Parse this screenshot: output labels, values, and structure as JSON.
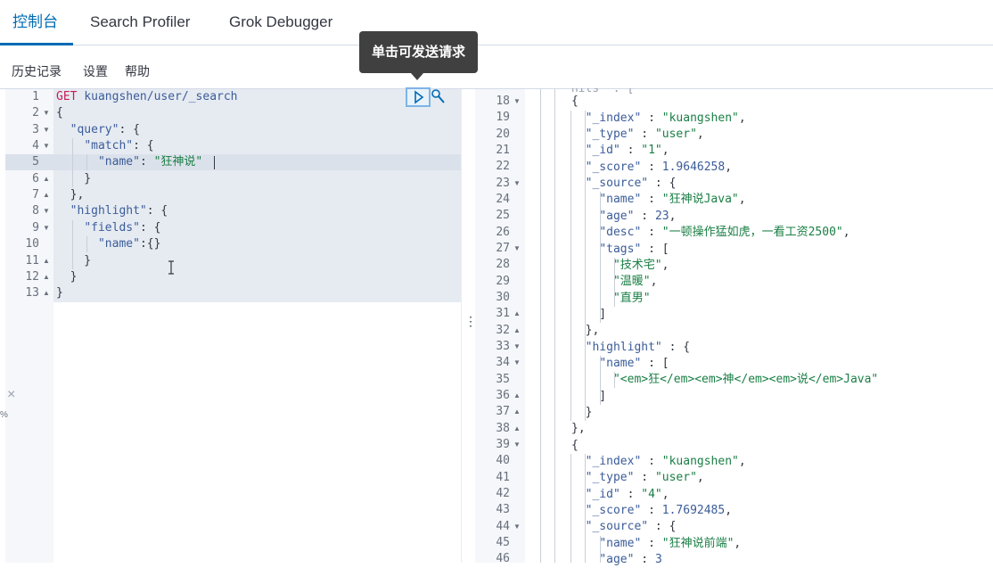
{
  "tabs": [
    {
      "label": "控制台",
      "active": true
    },
    {
      "label": "Search Profiler",
      "active": false
    },
    {
      "label": "Grok Debugger",
      "active": false
    }
  ],
  "menu": {
    "history": "历史记录",
    "settings": "设置",
    "help": "帮助"
  },
  "tooltip": "单击可发送请求",
  "request": {
    "lines": [
      {
        "n": "1",
        "fold": ""
      },
      {
        "n": "2",
        "fold": "▼"
      },
      {
        "n": "3",
        "fold": "▼"
      },
      {
        "n": "4",
        "fold": "▼"
      },
      {
        "n": "5",
        "fold": ""
      },
      {
        "n": "6",
        "fold": "▲"
      },
      {
        "n": "7",
        "fold": "▲"
      },
      {
        "n": "8",
        "fold": "▼"
      },
      {
        "n": "9",
        "fold": "▼"
      },
      {
        "n": "10",
        "fold": ""
      },
      {
        "n": "11",
        "fold": "▲"
      },
      {
        "n": "12",
        "fold": "▲"
      },
      {
        "n": "13",
        "fold": "▲"
      }
    ],
    "method": "GET",
    "path": "kuangshen/user/_search",
    "query_key": "\"query\"",
    "match_key": "\"match\"",
    "name_key": "\"name\"",
    "name_value": "\"狂神说\"",
    "highlight_key": "\"highlight\"",
    "fields_key": "\"fields\"",
    "name_key2": "\"name\"",
    "empty_obj": "{}"
  },
  "response": {
    "line_numbers": [
      "18",
      "19",
      "20",
      "21",
      "22",
      "23",
      "24",
      "25",
      "26",
      "27",
      "28",
      "29",
      "30",
      "31",
      "32",
      "33",
      "34",
      "35",
      "36",
      "37",
      "38",
      "39",
      "40",
      "41",
      "42",
      "43",
      "44",
      "45",
      "46"
    ],
    "folds": [
      "▼",
      "",
      "",
      "",
      "",
      "▼",
      "",
      "",
      "",
      "▼",
      "",
      "",
      "",
      "▲",
      "▲",
      "▼",
      "▼",
      "",
      "▲",
      "▲",
      "▲",
      "▼",
      "",
      "",
      "",
      "",
      "▼",
      "",
      ""
    ],
    "hits": [
      {
        "index_key": "\"_index\"",
        "index_val": "\"kuangshen\"",
        "type_key": "\"_type\"",
        "type_val": "\"user\"",
        "id_key": "\"_id\"",
        "id_val": "\"1\"",
        "score_key": "\"_score\"",
        "score_val": "1.9646258",
        "source_key": "\"_source\"",
        "name_key": "\"name\"",
        "name_val": "\"狂神说Java\"",
        "age_key": "\"age\"",
        "age_val": "23",
        "desc_key": "\"desc\"",
        "desc_val": "\"一顿操作猛如虎，一看工资2500\"",
        "tags_key": "\"tags\"",
        "tags": [
          "\"技术宅\"",
          "\"温暖\"",
          "\"直男\""
        ],
        "highlight_key": "\"highlight\"",
        "hl_name_key": "\"name\"",
        "hl_name_val": "\"<em>狂</em><em>神</em><em>说</em>Java\""
      },
      {
        "index_key": "\"_index\"",
        "index_val": "\"kuangshen\"",
        "type_key": "\"_type\"",
        "type_val": "\"user\"",
        "id_key": "\"_id\"",
        "id_val": "\"4\"",
        "score_key": "\"_score\"",
        "score_val": "1.7692485",
        "source_key": "\"_source\"",
        "name_key": "\"name\"",
        "name_val": "\"狂神说前端\"",
        "age_key": "\"age\"",
        "age_val": "3"
      }
    ]
  },
  "misc": {
    "dots": "⋮",
    "close_x": "×",
    "pct": "%",
    "ibeam": "I"
  },
  "colors": {
    "accent": "#006bb4",
    "method": "#c71d53",
    "string": "#1a7f45",
    "key": "#3b5c99"
  }
}
